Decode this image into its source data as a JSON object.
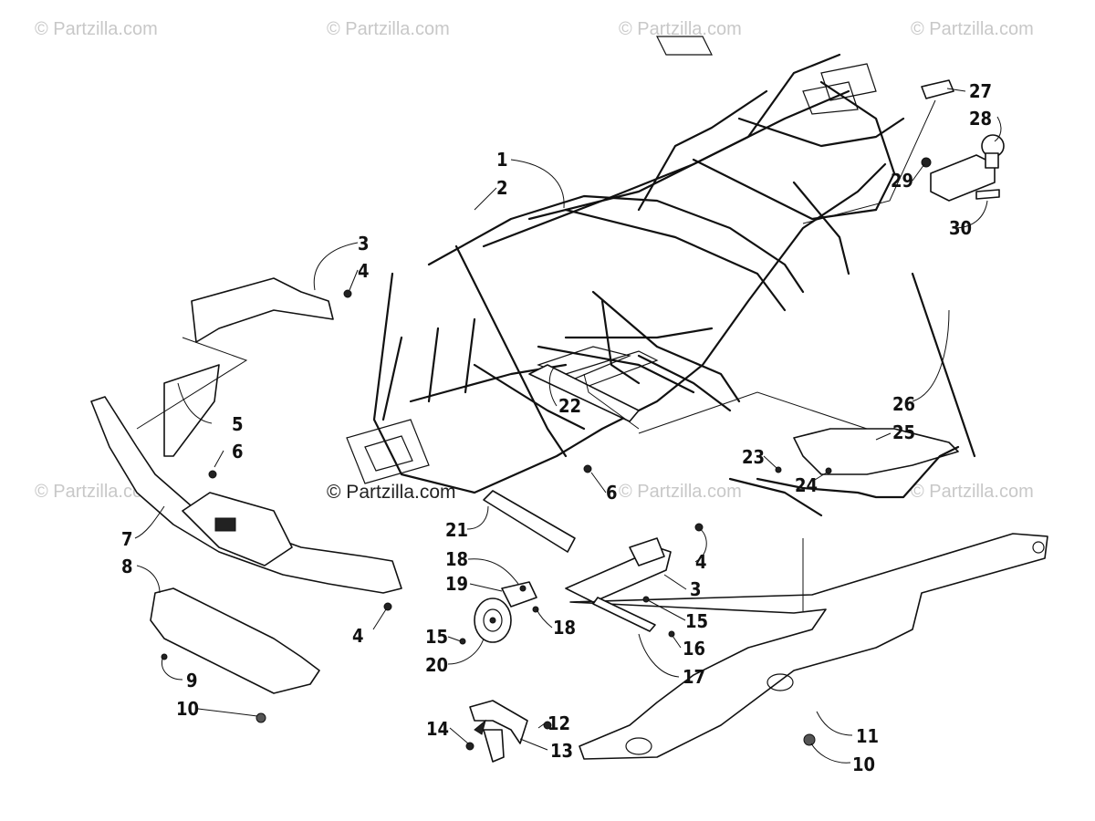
{
  "watermark": "© Partzilla.com",
  "callouts": [
    {
      "label": "1"
    },
    {
      "label": "2"
    },
    {
      "label": "3"
    },
    {
      "label": "4"
    },
    {
      "label": "5"
    },
    {
      "label": "6"
    },
    {
      "label": "7"
    },
    {
      "label": "8"
    },
    {
      "label": "9"
    },
    {
      "label": "10"
    },
    {
      "label": "27"
    },
    {
      "label": "28"
    },
    {
      "label": "29"
    },
    {
      "label": "30"
    },
    {
      "label": "22"
    },
    {
      "label": "26"
    },
    {
      "label": "25"
    },
    {
      "label": "23"
    },
    {
      "label": "24"
    },
    {
      "label": "6"
    },
    {
      "label": "21"
    },
    {
      "label": "18"
    },
    {
      "label": "19"
    },
    {
      "label": "15"
    },
    {
      "label": "20"
    },
    {
      "label": "18"
    },
    {
      "label": "4"
    },
    {
      "label": "3"
    },
    {
      "label": "15"
    },
    {
      "label": "16"
    },
    {
      "label": "17"
    },
    {
      "label": "4"
    },
    {
      "label": "14"
    },
    {
      "label": "12"
    },
    {
      "label": "13"
    },
    {
      "label": "11"
    },
    {
      "label": "10"
    }
  ]
}
